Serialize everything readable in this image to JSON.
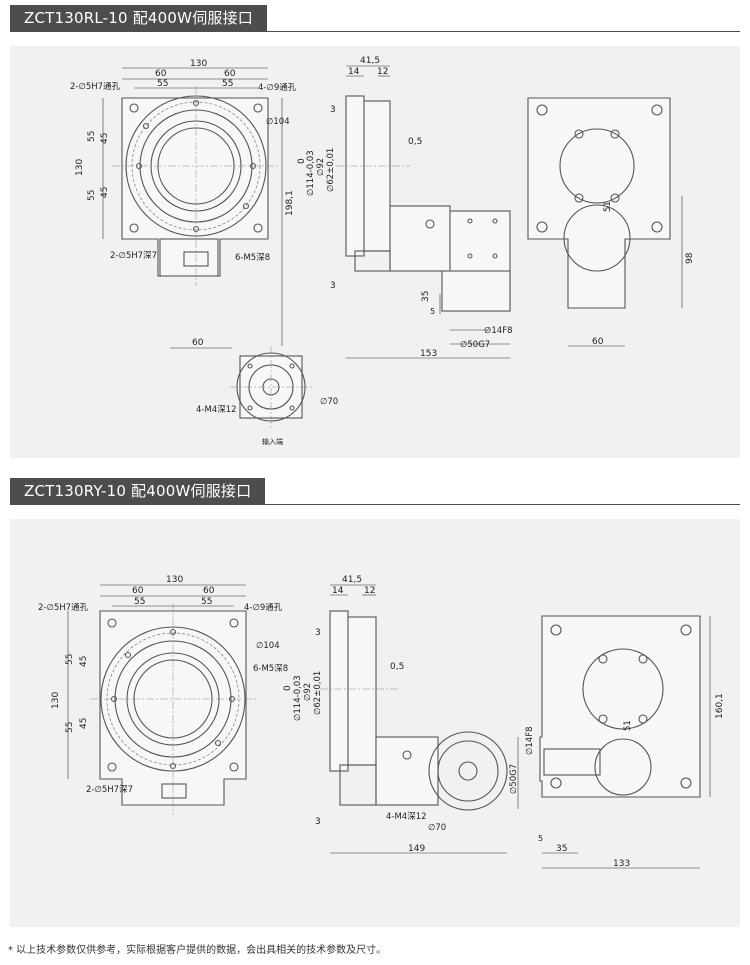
{
  "section1": {
    "title": "ZCT130RL-10 配400W伺服接口",
    "dims": {
      "d130": "130",
      "d60a": "60",
      "d60b": "60",
      "d55a": "55",
      "d55b": "55",
      "hole2": "2-∅5H7通孔",
      "hole4": "4-∅9通孔",
      "dia104": "∅104",
      "v55a": "55",
      "v45a": "45",
      "v130": "130",
      "v45b": "45",
      "v55b": "55",
      "d198": "198,1",
      "pin2": "2-∅5H7深7",
      "m5": "6-M5深8",
      "b60": "60",
      "d415": "41,5",
      "d14": "14",
      "d12": "12",
      "d3a": "3",
      "d05": "0,5",
      "zero": "0",
      "d114": "∅114-0,03",
      "d92": "∅92",
      "d62": "∅62±0,01",
      "d3b": "3",
      "d35": "35",
      "d5": "5",
      "d14f8": "∅14F8",
      "d50g7": "∅50G7",
      "d153": "153",
      "r98": "98",
      "r60": "60",
      "r51": "51",
      "m4": "4-M4深12",
      "d70": "∅70",
      "input": "输入端"
    }
  },
  "section2": {
    "title": "ZCT130RY-10 配400W伺服接口",
    "dims": {
      "d130": "130",
      "d60a": "60",
      "d60b": "60",
      "d55a": "55",
      "d55b": "55",
      "hole2": "2-∅5H7通孔",
      "hole4": "4-∅9通孔",
      "dia104": "∅104",
      "m5": "6-M5深8",
      "v55a": "55",
      "v45a": "45",
      "v130": "130",
      "v45b": "45",
      "v55b": "55",
      "pin2": "2-∅5H7深7",
      "d415": "41,5",
      "d14": "14",
      "d12": "12",
      "d3a": "3",
      "d05": "0,5",
      "zero": "0",
      "d114": "∅114-0,03",
      "d92": "∅92",
      "d62": "∅62±0,01",
      "d14f8": "∅14F8",
      "d50g7": "∅50G7",
      "m4": "4-M4深12",
      "d70": "∅70",
      "d3b": "3",
      "d149": "149",
      "r160": "160,1",
      "r51": "51",
      "d5": "5",
      "d35": "35",
      "d133": "133"
    }
  },
  "footnote": "* 以上技术参数仅供参考，实际根据客户提供的数据，会出具相关的技术参数及尺寸。"
}
